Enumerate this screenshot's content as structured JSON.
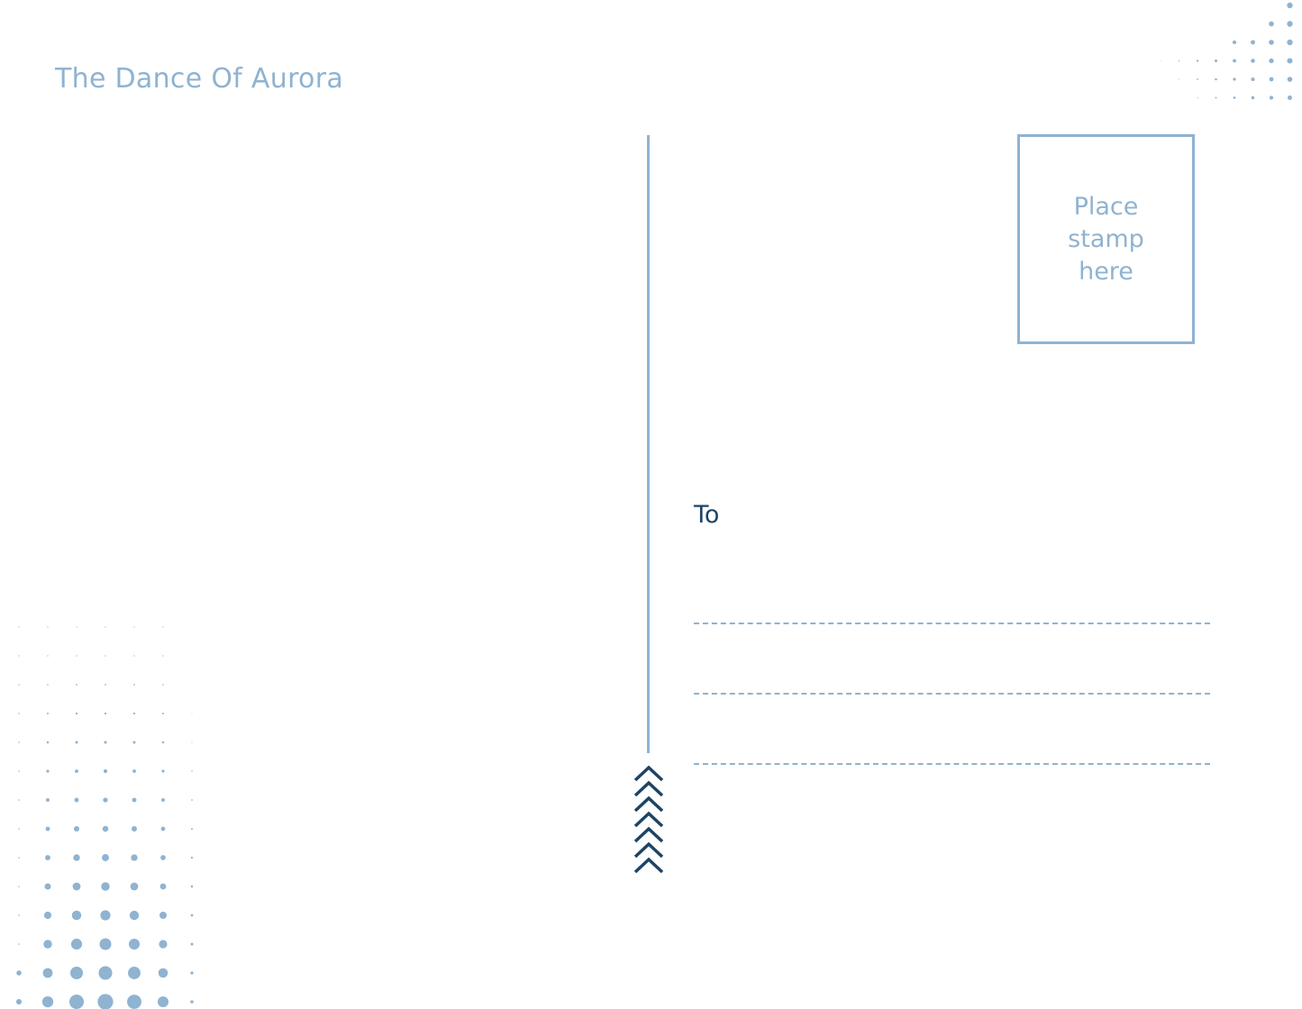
{
  "postcard": {
    "title": "The Dance Of Aurora",
    "stamp_text": "Place stamp here",
    "to_label": "To",
    "address_lines": [
      "",
      "",
      ""
    ]
  },
  "colors": {
    "accent": "#8fb3d1",
    "dark": "#1d4466",
    "background": "#ffffff"
  }
}
